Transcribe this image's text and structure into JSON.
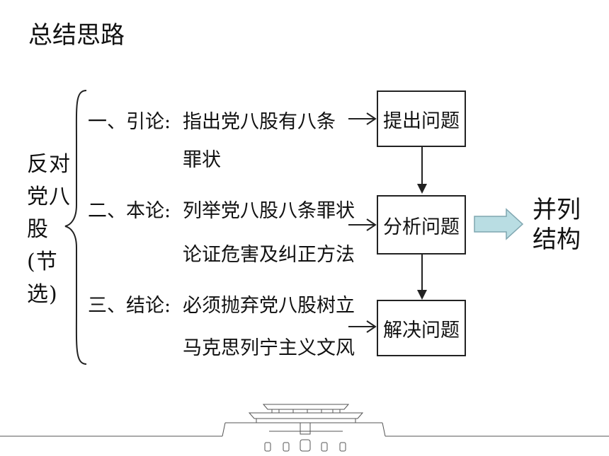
{
  "slide": {
    "title": "总结思路",
    "topic": "反对党八股(节选)",
    "parts": [
      {
        "label": "一、引论:",
        "lines": [
          "指出党八股有八条",
          "罪状"
        ]
      },
      {
        "label": "二、本论:",
        "lines": [
          "列举党八股八条罪状",
          "论证危害及纠正方法"
        ]
      },
      {
        "label": "三、结论:",
        "lines": [
          "必须抛弃党八股树立",
          "马克思列宁主义文风"
        ]
      }
    ],
    "steps": [
      "提出问题",
      "分析问题",
      "解决问题"
    ],
    "result_lines": [
      "并列",
      "结构"
    ]
  }
}
